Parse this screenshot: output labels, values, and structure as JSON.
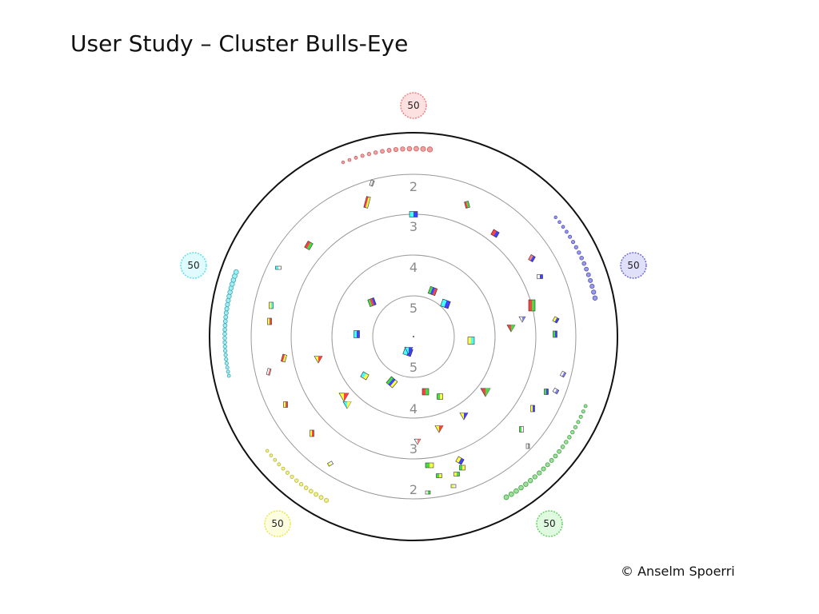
{
  "slide": {
    "title": "User Study – Cluster Bulls-Eye",
    "copyright": "© Anselm Spoerri"
  },
  "bullseye": {
    "ring_labels_top": [
      "2",
      "3",
      "4",
      "5"
    ],
    "ring_labels_bottom": [
      "5",
      "4",
      "3",
      "2"
    ],
    "clusters": [
      {
        "name": "red",
        "count": "50",
        "color": "#f08080",
        "fill": "#fde0e0"
      },
      {
        "name": "blue",
        "count": "50",
        "color": "#6a6ad8",
        "fill": "#e0e0fb"
      },
      {
        "name": "green",
        "count": "50",
        "color": "#5fd35f",
        "fill": "#e0fae0"
      },
      {
        "name": "yellow",
        "count": "50",
        "color": "#e8e84a",
        "fill": "#fdfde0"
      },
      {
        "name": "cyan",
        "count": "50",
        "color": "#5ae0ea",
        "fill": "#e0fbfd"
      }
    ]
  }
}
